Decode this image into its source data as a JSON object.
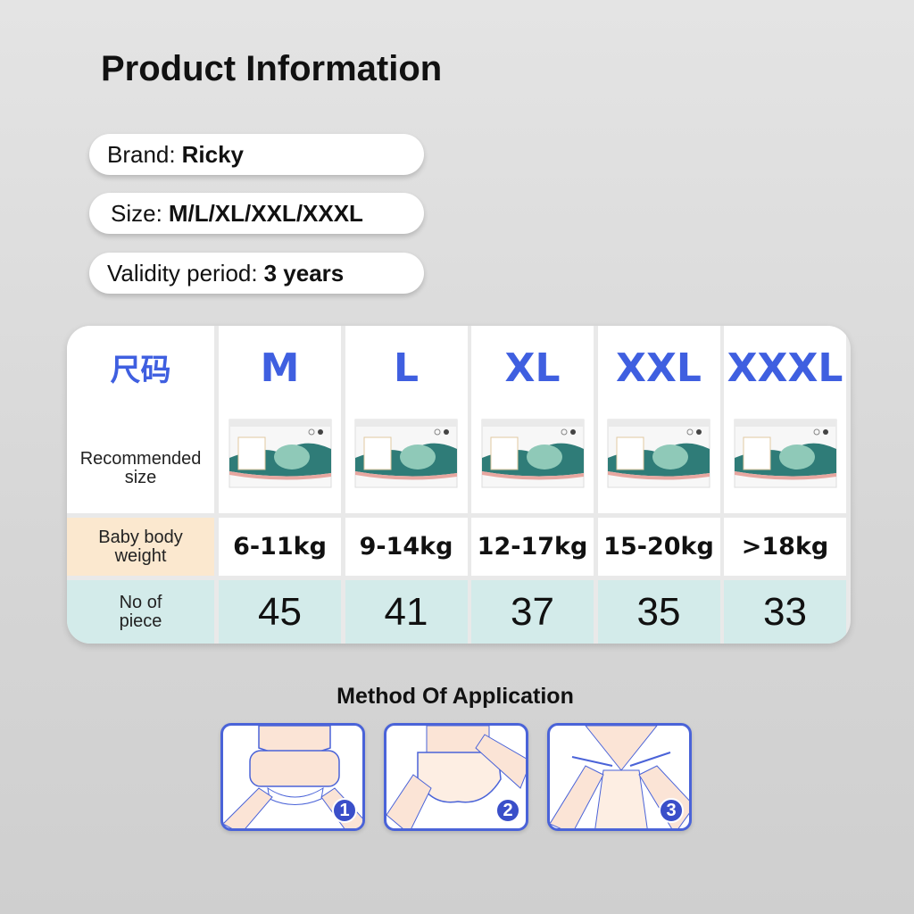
{
  "title": "Product Information",
  "info": [
    {
      "label": "Brand:",
      "value": "Ricky"
    },
    {
      "label": "Size:",
      "value": "M/L/XL/XXL/XXXL"
    },
    {
      "label": "Validity period:",
      "value": "3 years"
    }
  ],
  "table": {
    "header_label": "尺码",
    "recommended_label": "Recommended size",
    "weight_label": "Baby body weight",
    "pieces_label": "No of piece",
    "columns": [
      {
        "size": "M",
        "weight": "6-11kg",
        "pieces": "45"
      },
      {
        "size": "L",
        "weight": "9-14kg",
        "pieces": "41"
      },
      {
        "size": "XL",
        "weight": "12-17kg",
        "pieces": "37"
      },
      {
        "size": "XXL",
        "weight": "15-20kg",
        "pieces": "35"
      },
      {
        "size": "XXXL",
        "weight": ">18kg",
        "pieces": "33"
      }
    ]
  },
  "method": {
    "title": "Method Of Application",
    "steps": [
      "1",
      "2",
      "3"
    ]
  },
  "colors": {
    "accent": "#3f5fe0",
    "weight_label_bg": "#fbe8cf",
    "pieces_bg": "#d3ebea"
  }
}
